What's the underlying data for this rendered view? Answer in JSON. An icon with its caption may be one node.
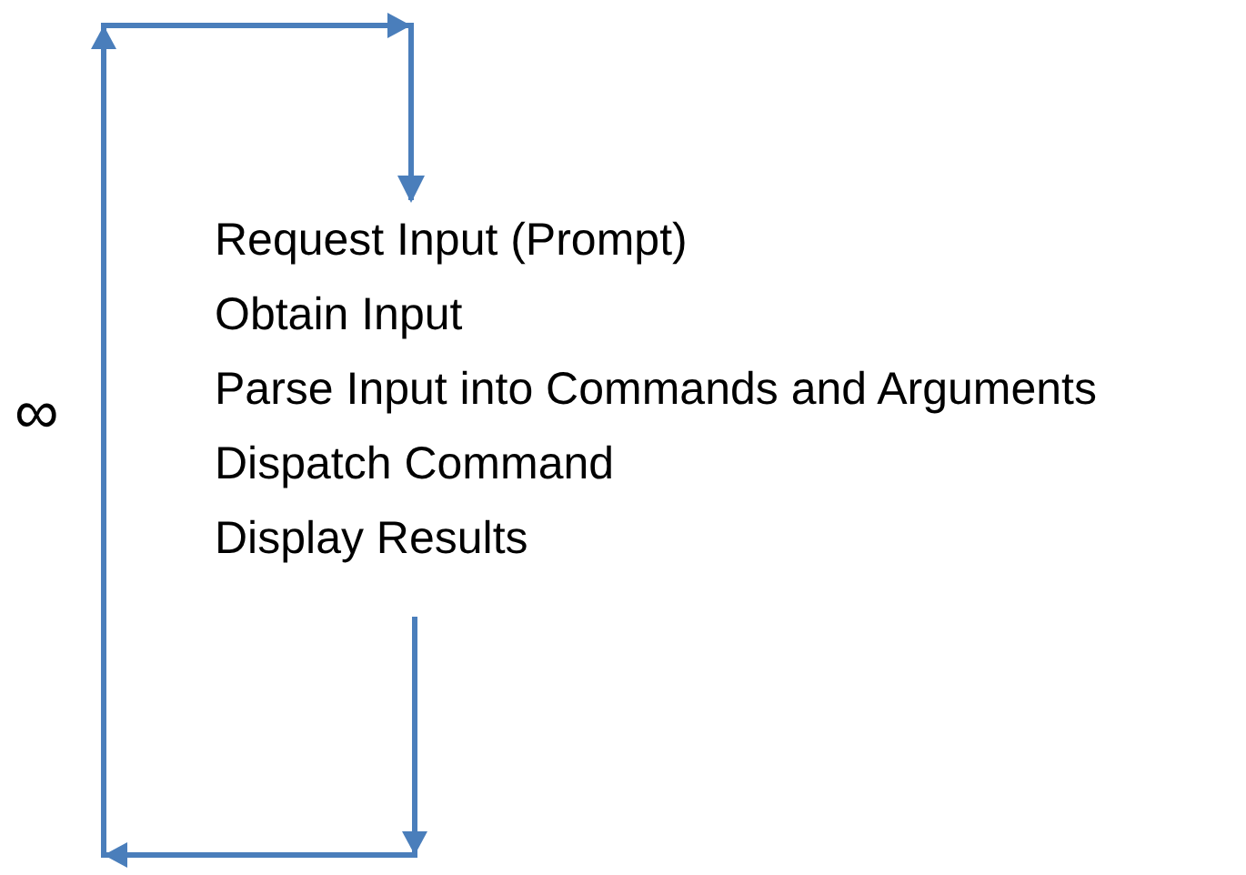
{
  "diagram": {
    "nodes": [
      {
        "text": [
          "Request Input (Prompt)"
        ]
      },
      {
        "text": [
          "Obtain Input"
        ]
      },
      {
        "text": [
          "Parse Input into Commands and Arguments"
        ]
      },
      {
        "text": [
          "Dispatch Command"
        ]
      },
      {
        "text": [
          "Display Results"
        ]
      }
    ],
    "edges": [
      {
        "from": 4,
        "to": 0,
        "arrow": "to"
      }
    ],
    "labels": [
      "∞"
    ]
  }
}
